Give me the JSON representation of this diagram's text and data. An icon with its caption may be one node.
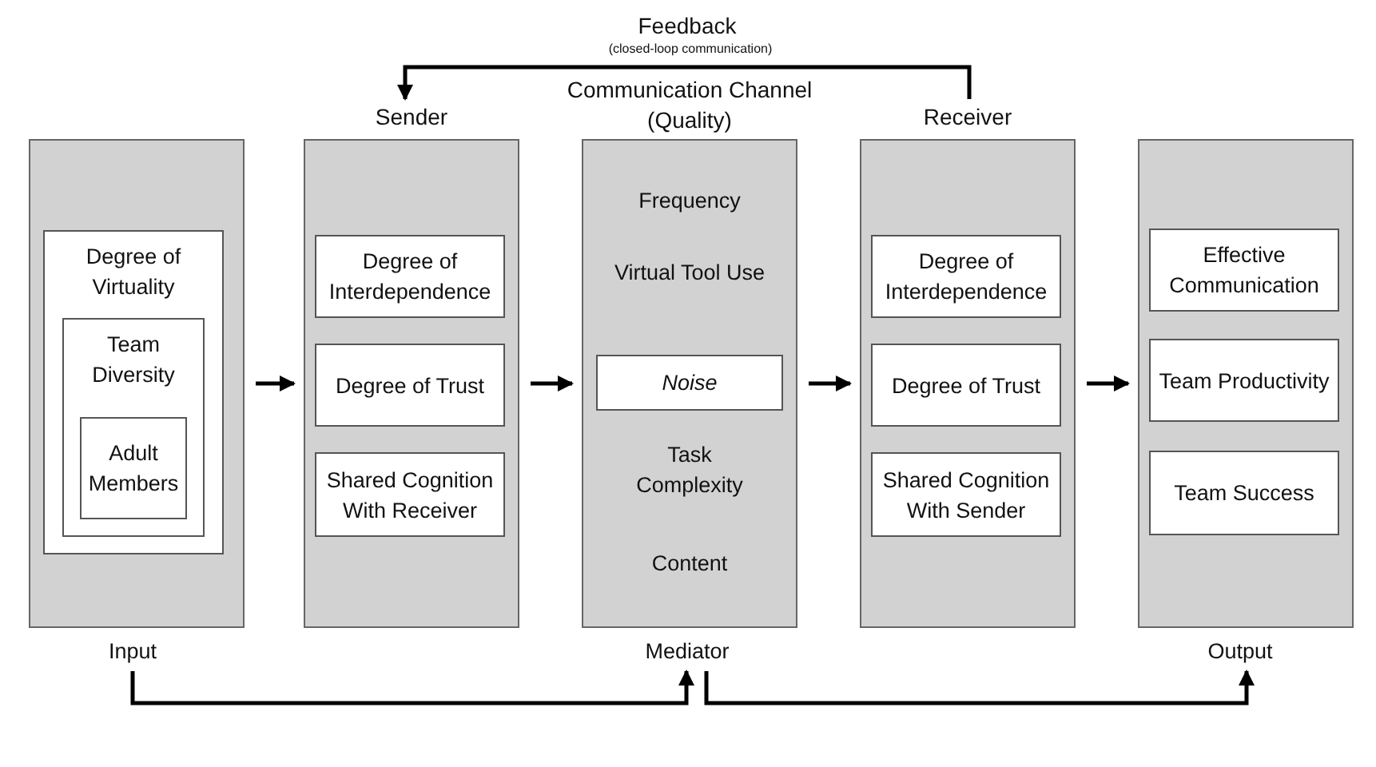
{
  "diagram": {
    "nodes": [
      {
        "text": [],
        "shape": "box"
      },
      {
        "text": [
          "Degree of Virtuality"
        ],
        "in": 0
      },
      {
        "text": [
          "Team Diversity"
        ],
        "in": 1
      },
      {
        "text": [
          "Adult Members"
        ],
        "in": 2
      },
      {
        "text": [
          "Sender"
        ]
      },
      {
        "text": [
          "Degree of Interdependence"
        ],
        "in": 4
      },
      {
        "text": [
          "Degree of Trust"
        ],
        "in": 4
      },
      {
        "text": [
          "Shared Cognition With Receiver"
        ],
        "in": 4
      },
      {
        "text": [
          "Communication Channel (Quality)",
          "Frequency",
          "Virtual Tool Use",
          "Task Complexity",
          "Content"
        ]
      },
      {
        "text": [
          "Noise"
        ],
        "in": 8
      },
      {
        "text": [
          "Receiver"
        ]
      },
      {
        "text": [
          "Degree of Interdependence"
        ],
        "in": 10
      },
      {
        "text": [
          "Degree of Trust"
        ],
        "in": 10
      },
      {
        "text": [
          "Shared Cognition With Sender"
        ],
        "in": 10
      },
      {
        "text": [],
        "shape": "box"
      },
      {
        "text": [
          "Effective Communication"
        ],
        "in": 14
      },
      {
        "text": [
          "Team Productivity"
        ],
        "in": 14
      },
      {
        "text": [
          "Team Success"
        ],
        "in": 14
      },
      {
        "text": [
          "Input"
        ]
      },
      {
        "text": [
          "Mediator"
        ]
      },
      {
        "text": [
          "Output"
        ]
      }
    ],
    "edges": [
      {
        "from": 0,
        "to": 4,
        "arrow": "to"
      },
      {
        "from": 4,
        "to": 8,
        "arrow": "to"
      },
      {
        "from": 8,
        "to": 10,
        "arrow": "to"
      },
      {
        "from": 10,
        "to": 14,
        "arrow": "to"
      },
      {
        "from": 10,
        "to": 4,
        "arrow": "to",
        "label": "Feedback"
      },
      {
        "from": 18,
        "to": 19,
        "arrow": "to"
      },
      {
        "from": 19,
        "to": 20,
        "arrow": "to"
      }
    ],
    "labels": [
      "(closed-loop communication)"
    ]
  }
}
